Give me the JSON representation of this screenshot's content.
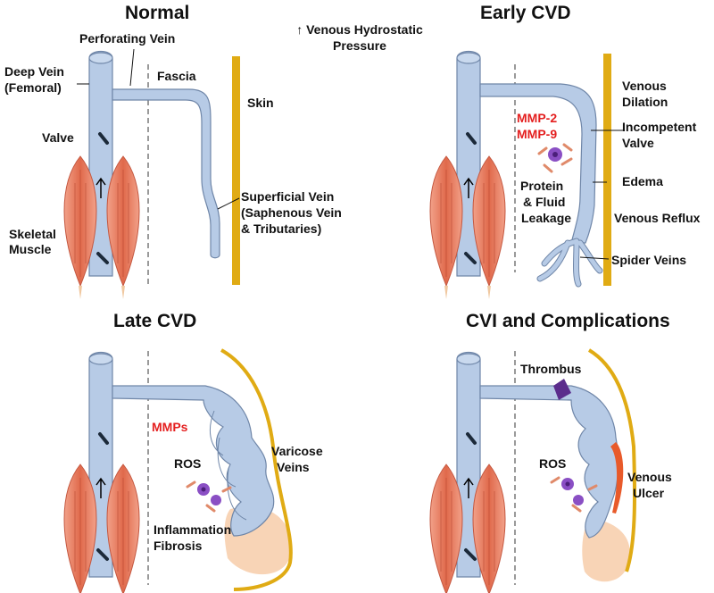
{
  "panels": {
    "normal": {
      "title": "Normal",
      "perforating": "Perforating Vein",
      "deep1": "Deep Vein",
      "deep2": "(Femoral)",
      "fascia": "Fascia",
      "skin": "Skin",
      "valve": "Valve",
      "muscle1": "Skeletal",
      "muscle2": "Muscle",
      "superficial1": "Superficial Vein",
      "superficial2": "(Saphenous Vein",
      "superficial3": "&  Tributaries)"
    },
    "pressure": {
      "line1": "↑ Venous Hydrostatic",
      "line2": "Pressure"
    },
    "early": {
      "title": "Early CVD",
      "dilation1": "Venous",
      "dilation2": "Dilation",
      "mmp2": "MMP-2",
      "mmp9": "MMP-9",
      "incompetent1": "Incompetent",
      "incompetent2": "Valve",
      "edema": "Edema",
      "leak1": "Protein",
      "leak2": "& Fluid",
      "leak3": "Leakage",
      "reflux": "Venous Reflux",
      "spider": "Spider Veins"
    },
    "late": {
      "title": "Late CVD",
      "mmps": "MMPs",
      "ros": "ROS",
      "varicose1": "Varicose",
      "varicose2": "Veins",
      "inflam1": "Inflammation",
      "inflam2": "Fibrosis"
    },
    "cvi": {
      "title": "CVI and  Complications",
      "thrombus": "Thrombus",
      "ros": "ROS",
      "ulcer1": "Venous",
      "ulcer2": "Ulcer"
    }
  },
  "colors": {
    "vein": "#b7cbe6",
    "vein_stroke": "#6f86a8",
    "muscle": "#e07a5f",
    "skin": "#e0ab14",
    "edema": "#f8d4b6",
    "mmp": "#e41f1f",
    "ulcer": "#e85a2a",
    "thrombus": "#5b2d8c",
    "cell_purple": "#8a4fc4"
  }
}
